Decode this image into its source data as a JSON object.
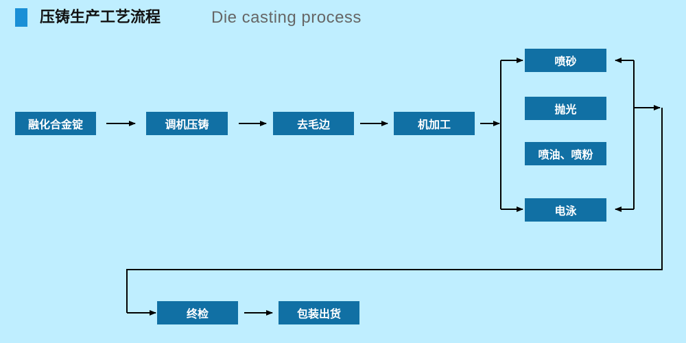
{
  "header": {
    "title_zh": "压铸生产工艺流程",
    "title_en": "Die casting process"
  },
  "steps": {
    "melt": "融化合金锭",
    "cast": "调机压铸",
    "trim": "去毛边",
    "machining": "机加工",
    "sandblast": "喷砂",
    "polish": "抛光",
    "spray": "喷油、喷粉",
    "electro": "电泳",
    "inspect": "终检",
    "ship": "包装出货"
  },
  "colors": {
    "background": "#bfeeff",
    "box": "#1170a4",
    "accent": "#1a8fd6",
    "line": "#000000"
  }
}
